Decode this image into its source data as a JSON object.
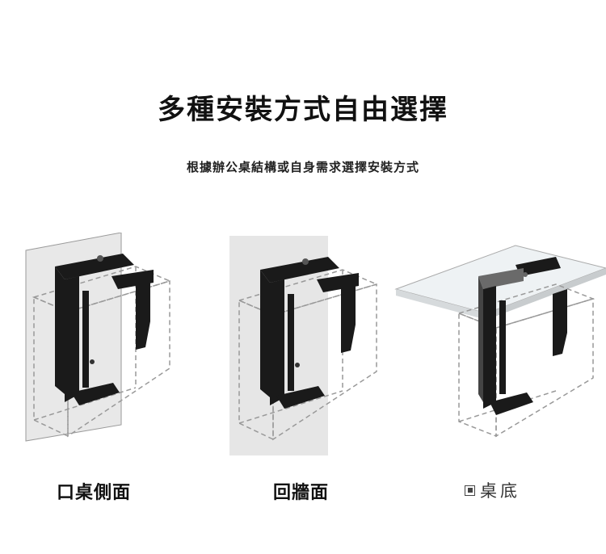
{
  "header": {
    "title": "多種安裝方式自由選擇",
    "subtitle": "根據辦公桌結構或自身需求選擇安裝方式"
  },
  "options": [
    {
      "label": "口桌側面",
      "icon": "bracket-side-mount-illustration"
    },
    {
      "label": "回牆面",
      "icon": "bracket-wall-mount-illustration"
    },
    {
      "label": "桌底",
      "icon": "bracket-under-desk-illustration",
      "marker_icon": "square-marker-icon"
    }
  ],
  "colors": {
    "bracket": "#1a1a1a",
    "panel": "#e6e6e6",
    "outline": "#9a9a9a",
    "text": "#111111"
  }
}
